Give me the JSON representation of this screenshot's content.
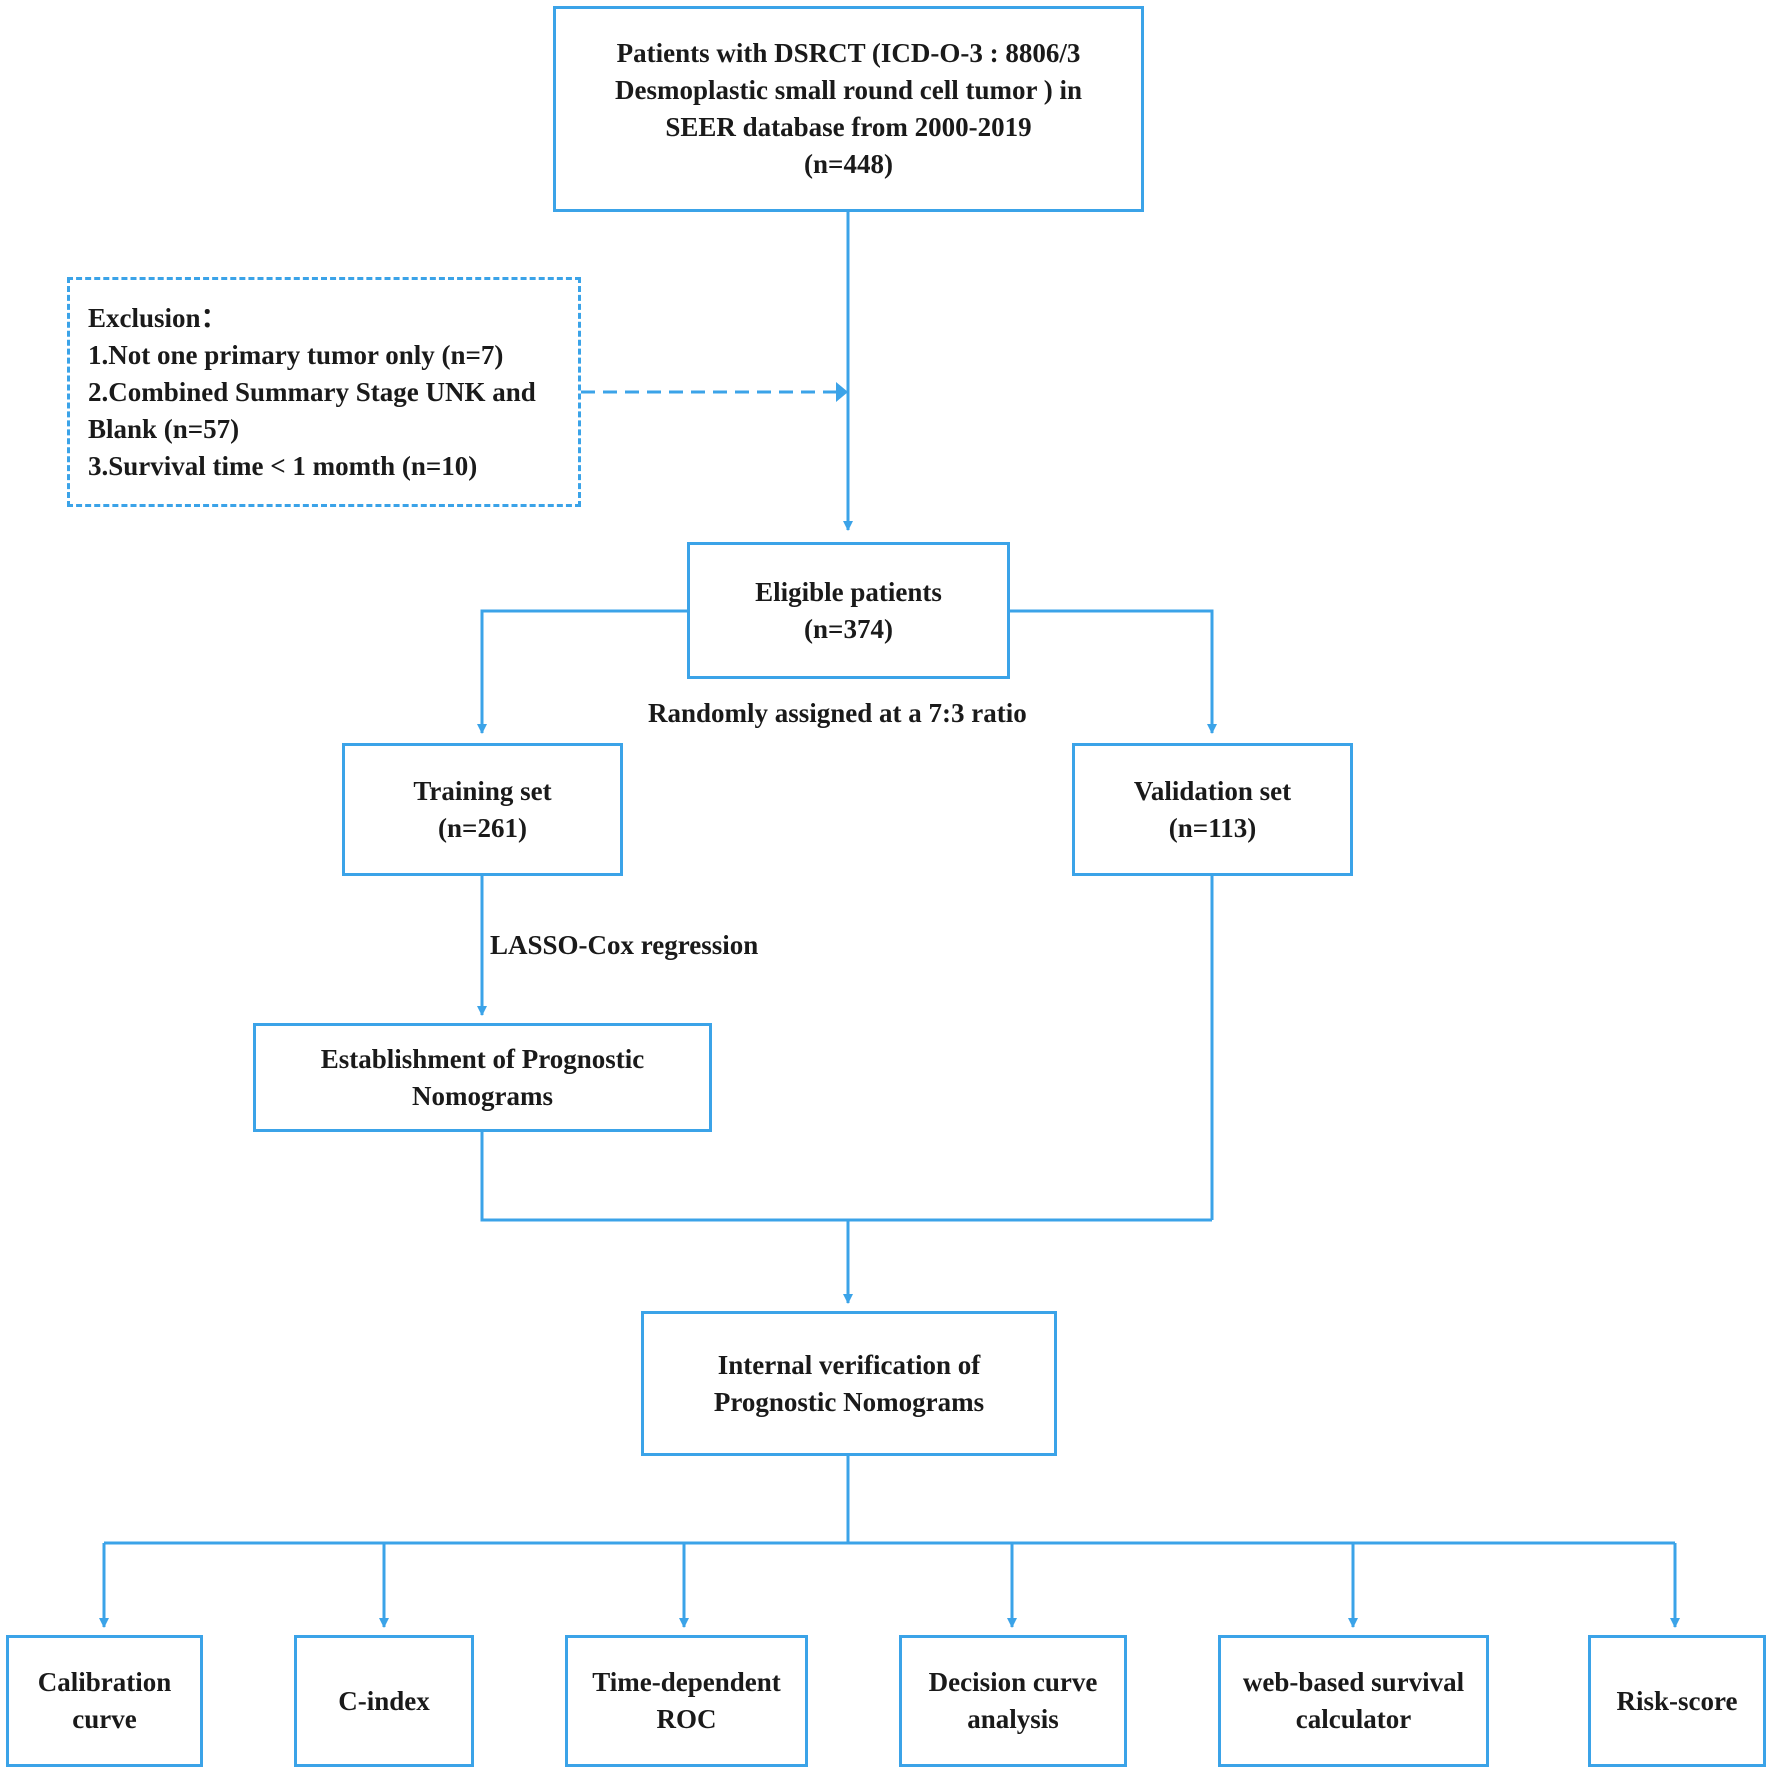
{
  "nodes": {
    "source": {
      "lines": [
        "Patients with DSRCT (ICD-O-3 : 8806/3",
        "Desmoplastic small round cell tumor ) in",
        "SEER database from 2000-2019",
        "(n=448)"
      ]
    },
    "exclusion": {
      "lines": [
        "Exclusion：",
        "1.Not one primary tumor only (n=7)",
        "2.Combined Summary Stage UNK and",
        "Blank (n=57)",
        "3.Survival time < 1 momth (n=10)"
      ]
    },
    "eligible": {
      "lines": [
        "Eligible patients",
        "(n=374)"
      ]
    },
    "training": {
      "lines": [
        "Training set",
        "(n=261)"
      ]
    },
    "validation": {
      "lines": [
        "Validation set",
        "(n=113)"
      ]
    },
    "establishment": {
      "lines": [
        "Establishment of Prognostic",
        "Nomograms"
      ]
    },
    "internal": {
      "lines": [
        "Internal verification of",
        "Prognostic Nomograms"
      ]
    },
    "outputs": [
      {
        "lines": [
          "Calibration",
          "curve"
        ]
      },
      {
        "lines": [
          "C-index"
        ]
      },
      {
        "lines": [
          "Time-dependent",
          "ROC"
        ]
      },
      {
        "lines": [
          "Decision curve",
          "analysis"
        ]
      },
      {
        "lines": [
          "web-based survival",
          "calculator"
        ]
      },
      {
        "lines": [
          "Risk-score"
        ]
      }
    ]
  },
  "edge_labels": {
    "split": "Randomly assigned at a 7:3 ratio",
    "regression": "LASSO-Cox regression"
  },
  "colors": {
    "stroke": "#3ba3e8",
    "text": "#1a1a1a"
  }
}
